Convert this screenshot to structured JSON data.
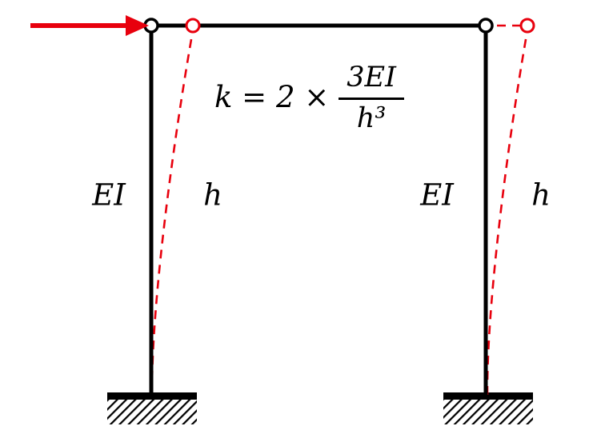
{
  "colors": {
    "frame": "#000000",
    "deflection": "#e8000d",
    "background": "#ffffff"
  },
  "labels": {
    "left_column_stiffness": "EI",
    "left_column_height": "h",
    "right_column_stiffness": "EI",
    "right_column_height": "h"
  },
  "formula": {
    "lhs": "k = 2 ×",
    "numerator": "3EI",
    "denominator": "h³"
  }
}
